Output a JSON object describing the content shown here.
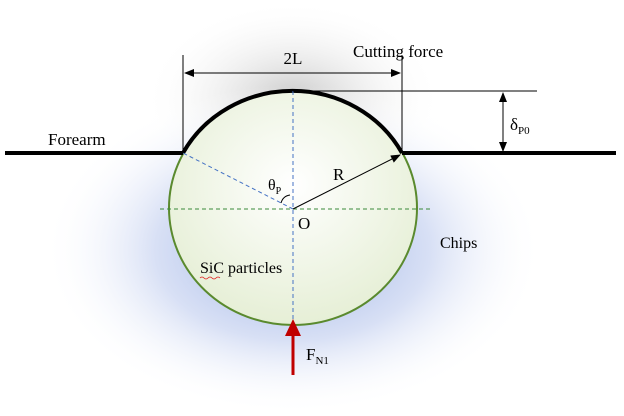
{
  "labels": {
    "two_l": "2L",
    "cutting_force": "Cutting force",
    "forearm": "Forearm",
    "delta": "δ",
    "delta_sub": "P0",
    "theta": "θ",
    "theta_sub": "P",
    "radius": "R",
    "origin": "O",
    "chips": "Chips",
    "particles": "SiC particles",
    "force": "F",
    "force_sub": "N1"
  },
  "colors": {
    "circle_stroke": "#5a8a2e",
    "circle_fill": "#eef4e2",
    "dashed": "#4472c4",
    "dashed_h": "#3a8a3a",
    "force_arrow": "#c00000",
    "glow": "#b8c8ee"
  }
}
